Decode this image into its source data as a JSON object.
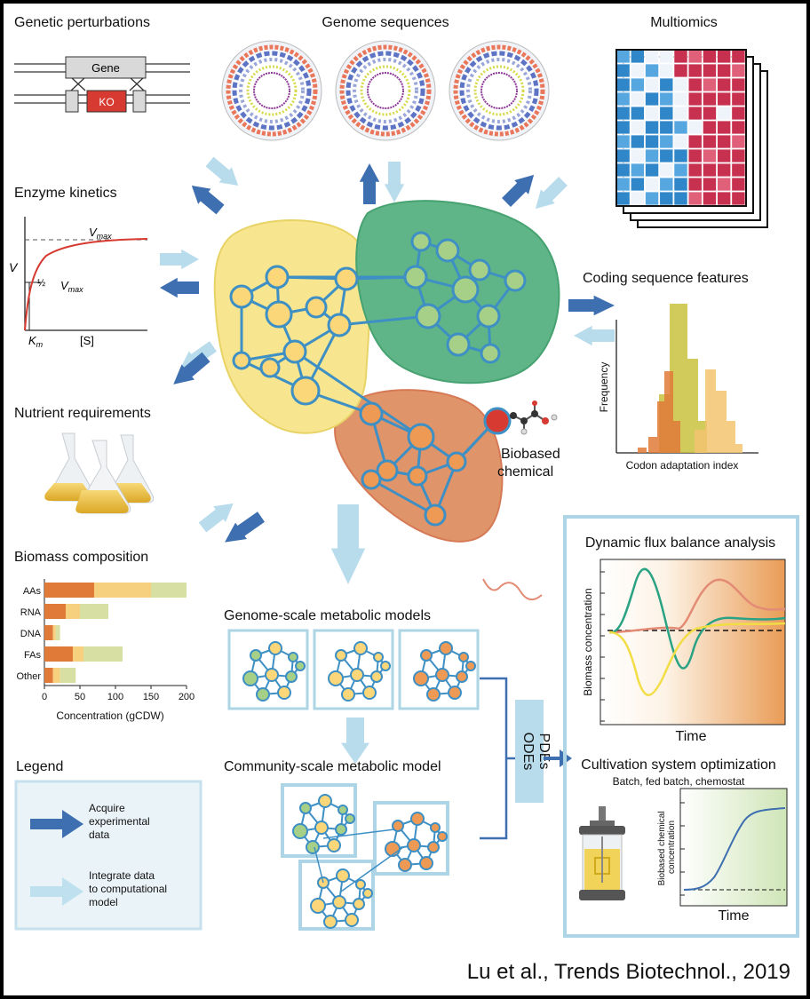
{
  "panels": {
    "genetic_perturbations": {
      "title": "Genetic perturbations",
      "gene": "Gene",
      "ko": "KO"
    },
    "genome_sequences": {
      "title": "Genome sequences"
    },
    "multiomics": {
      "title": "Multiomics"
    },
    "enzyme_kinetics": {
      "title": "Enzyme kinetics",
      "vmax_top": "V",
      "vmax_top_sub": "max",
      "v_axis": "V",
      "half": "½",
      "vmax_mid": "V",
      "vmax_mid_sub": "max",
      "km": "K",
      "km_sub": "m",
      "s_axis": "[S]"
    },
    "coding_sequence": {
      "title": "Coding sequence features",
      "ylabel": "Frequency",
      "xlabel": "Codon adaptation index"
    },
    "nutrient": {
      "title": "Nutrient requirements"
    },
    "biobased": {
      "line1": "Biobased",
      "line2": "chemical"
    },
    "biomass": {
      "title": "Biomass composition",
      "xlabel": "Concentration (gCDW)",
      "ticks": [
        "0",
        "50",
        "100",
        "150",
        "200"
      ],
      "rows": [
        {
          "label": "AAs",
          "values": [
            70,
            80,
            50
          ]
        },
        {
          "label": "RNA",
          "values": [
            30,
            20,
            40
          ]
        },
        {
          "label": "DNA",
          "values": [
            12,
            4,
            6
          ]
        },
        {
          "label": "FAs",
          "values": [
            40,
            15,
            55
          ]
        },
        {
          "label": "Other",
          "values": [
            12,
            10,
            22
          ]
        }
      ],
      "colors": [
        "#e07a38",
        "#f6cf7f",
        "#d7e0a2"
      ],
      "xmax": 200
    },
    "gsmm": {
      "title": "Genome-scale metabolic models"
    },
    "csmm": {
      "title": "Community-scale metabolic model"
    },
    "odes": {
      "ode": "ODEs",
      "pde": "PDEs"
    },
    "dfba": {
      "title": "Dynamic flux balance analysis",
      "ylabel": "Biomass concentration",
      "xlabel": "Time"
    },
    "cso": {
      "title": "Cultivation system optimization",
      "subtitle": "Batch, fed batch, chemostat",
      "ylabel1": "Biobased chemical",
      "ylabel2": "concentration",
      "xlabel": "Time"
    },
    "legend": {
      "title": "Legend",
      "acquire": [
        "Acquire",
        "experimental",
        "data"
      ],
      "integrate": [
        "Integrate data",
        "to computational",
        "model"
      ]
    }
  },
  "colors": {
    "dark_arrow": "#3e6fb0",
    "light_arrow": "#b9dcec",
    "network_line": "#3d8fc4",
    "yellow": "#f8e58f",
    "green": "#5fb587",
    "orange": "#e0946a",
    "box": "#add5e6"
  },
  "credit": "Lu et al., Trends Biotechnol., 2019"
}
